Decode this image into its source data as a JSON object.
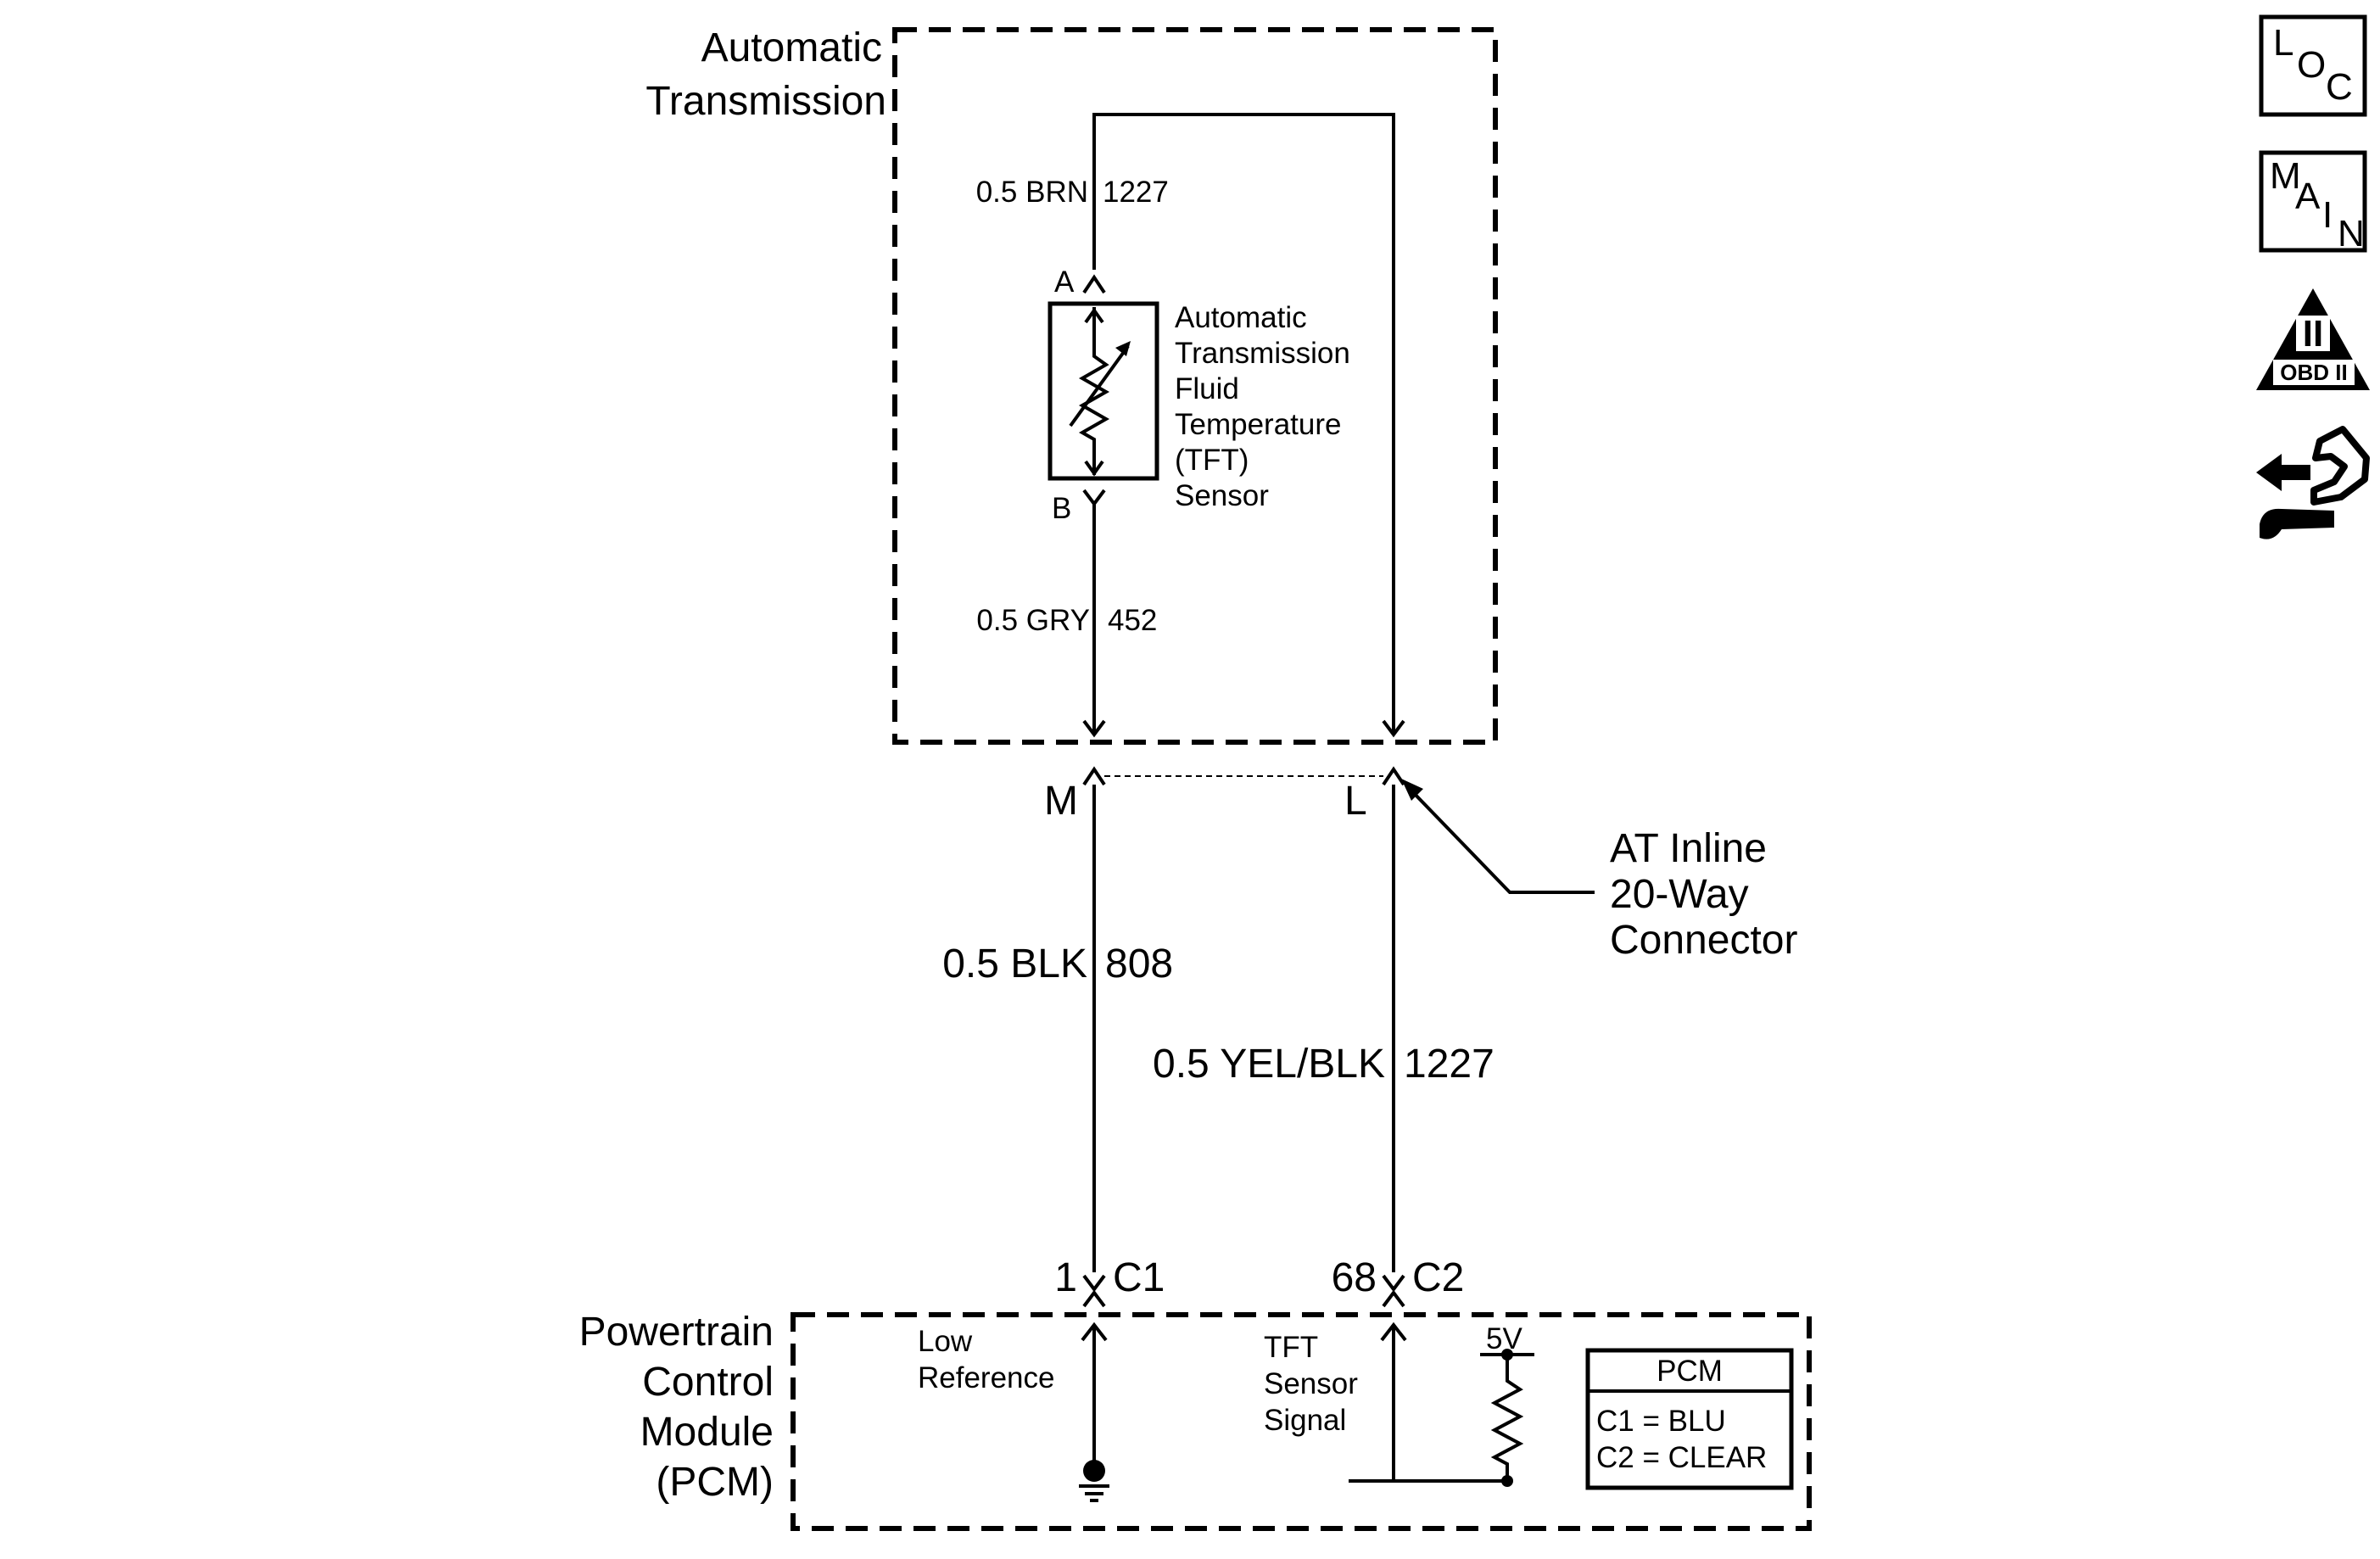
{
  "transmission": {
    "title_line1": "Automatic",
    "title_line2": "Transmission",
    "wire_top": {
      "gauge_color": "0.5 BRN",
      "circuit": "1227"
    },
    "wire_bottom": {
      "gauge_color": "0.5 GRY",
      "circuit": "452"
    },
    "sensor": {
      "terminal_a": "A",
      "terminal_b": "B",
      "name_lines": [
        "Automatic",
        "Transmission",
        "Fluid",
        "Temperature",
        "(TFT)",
        "Sensor"
      ]
    }
  },
  "connector": {
    "pin_m": "M",
    "pin_l": "L",
    "name_lines": [
      "AT Inline",
      "20-Way",
      "Connector"
    ]
  },
  "harness": {
    "wire_left": {
      "gauge_color": "0.5 BLK",
      "circuit": "808"
    },
    "wire_right": {
      "gauge_color": "0.5 YEL/BLK",
      "circuit": "1227"
    }
  },
  "pcm": {
    "title_lines": [
      "Powertrain",
      "Control",
      "Module",
      "(PCM)"
    ],
    "pin_left": {
      "number": "1",
      "connector": "C1"
    },
    "pin_right": {
      "number": "68",
      "connector": "C2"
    },
    "low_ref_lines": [
      "Low",
      "Reference"
    ],
    "tft_signal_lines": [
      "TFT",
      "Sensor",
      "Signal"
    ],
    "supply": "5V",
    "legend": {
      "title": "PCM",
      "rows": [
        "C1 = BLU",
        "C2 = CLEAR"
      ]
    }
  },
  "side_icons": [
    {
      "name": "loc-icon",
      "letters": [
        "L",
        "O",
        "C"
      ]
    },
    {
      "name": "main-icon",
      "letters": [
        "M",
        "A",
        "I",
        "N"
      ]
    },
    {
      "name": "obd-ii-icon",
      "roman": "II",
      "caption": "OBD II"
    },
    {
      "name": "service-hand-icon"
    }
  ]
}
